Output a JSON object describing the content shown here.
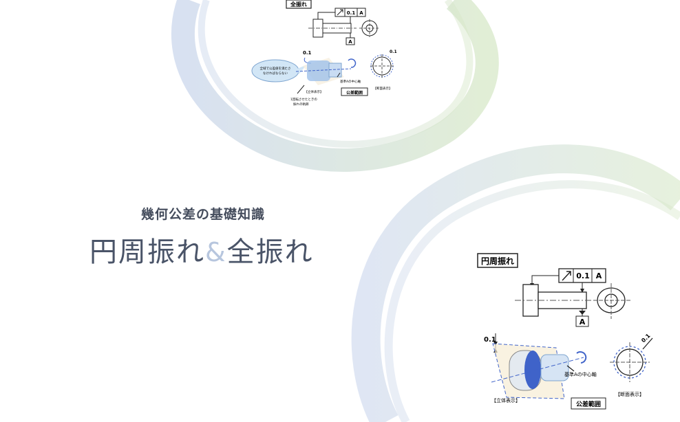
{
  "subtitle": "幾何公差の基礎知識",
  "title": {
    "part1": "円周振れ",
    "amp": "&",
    "part2": "全振れ"
  },
  "fig_total": {
    "header": "全振れ",
    "tolerance": "0.1",
    "datum": "A",
    "datum_box": "A",
    "dim": "0.1",
    "bubble_line1": "全域で公差値を満たさ",
    "bubble_line2": "なければならない",
    "axis_label": "基準Aの中心軸",
    "caption_3d": "【立体表示】",
    "caption_zone": "公差範囲",
    "caption_section": "【断面表示】",
    "rotation_line1": "1回転させたときの",
    "rotation_line2": "振れの軌跡",
    "section_dim": "0.1"
  },
  "fig_circular": {
    "header": "円周振れ",
    "tolerance": "0.1",
    "datum": "A",
    "datum_box": "A",
    "dim": "0.1",
    "axis_label": "基準Aの中心軸",
    "caption_3d": "【立体表示】",
    "caption_zone": "公差範囲",
    "caption_section": "【断面表示】",
    "section_dim": "0.1"
  },
  "colors": {
    "ribbon_blue": "#b8c8e6",
    "ribbon_green": "#c9e0b4",
    "title_text": "#4a5468",
    "amp": "#b7c6de",
    "part_blue": "#3f63c9"
  }
}
